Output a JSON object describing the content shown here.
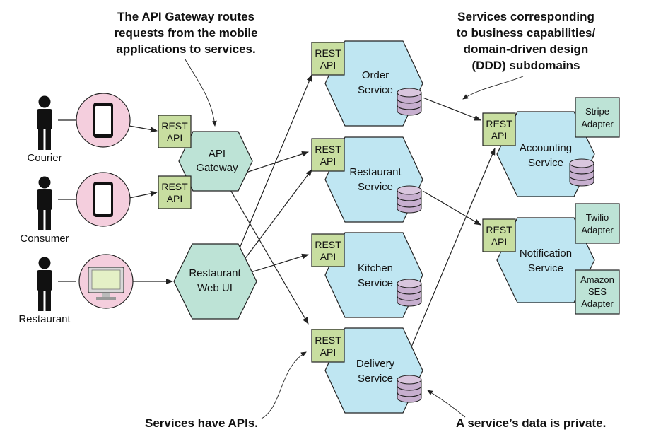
{
  "notes": {
    "gateway_note": [
      "The API Gateway routes",
      "requests from the mobile",
      "applications to services."
    ],
    "ddd_note": [
      "Services corresponding",
      "to business capabilities/",
      "domain-driven design",
      "(DDD) subdomains"
    ],
    "apis_note": "Services have APIs.",
    "private_note": "A service’s data is private."
  },
  "actors": {
    "courier": "Courier",
    "consumer": "Consumer",
    "restaurant": "Restaurant"
  },
  "rest_api": [
    "REST",
    "API"
  ],
  "gateway": [
    "API",
    "Gateway"
  ],
  "web_ui": [
    "Restaurant",
    "Web UI"
  ],
  "services": {
    "order": [
      "Order",
      "Service"
    ],
    "restaurant": [
      "Restaurant",
      "Service"
    ],
    "kitchen": [
      "Kitchen",
      "Service"
    ],
    "delivery": [
      "Delivery",
      "Service"
    ],
    "accounting": [
      "Accounting",
      "Service"
    ],
    "notification": [
      "Notification",
      "Service"
    ]
  },
  "adapters": {
    "stripe": [
      "Stripe",
      "Adapter"
    ],
    "twilio": [
      "Twilio",
      "Adapter"
    ],
    "ses": [
      "Amazon",
      "SES",
      "Adapter"
    ]
  },
  "icons": {
    "courier": "person-icon",
    "consumer": "person-icon",
    "restaurant": "person-icon",
    "mobile": "smartphone-icon",
    "web": "monitor-icon",
    "database": "database-icon"
  },
  "colors": {
    "service": "#bfe6f2",
    "gateway": "#bde3d6",
    "rest_api": "#c8dea0",
    "adapter": "#bde3d6",
    "database": "#c7afcf",
    "device": "#f4cedd"
  }
}
